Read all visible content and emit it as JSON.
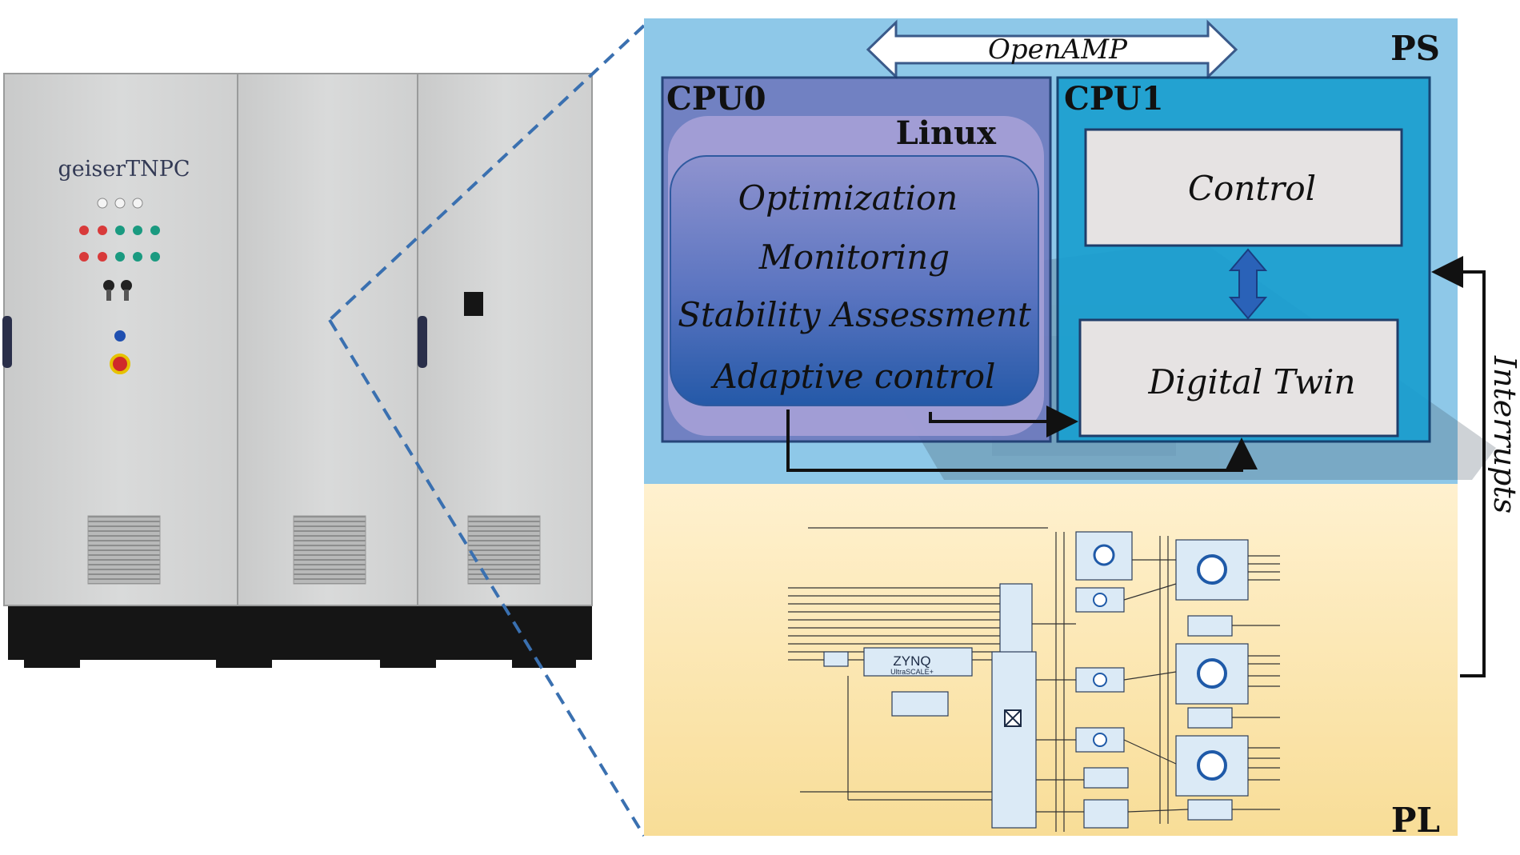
{
  "cabinet": {
    "brand_label": "geiserTNPC"
  },
  "diagram": {
    "ps_label": "PS",
    "pl_label": "PL",
    "openamp_label": "OpenAMP",
    "cpu0": {
      "label": "CPU0",
      "os_label": "Linux",
      "tasks": [
        "Optimization",
        "Monitoring",
        "Stability Assessment",
        "Adaptive control"
      ]
    },
    "cpu1": {
      "label": "CPU1",
      "control_label": "Control",
      "twin_label": "Digital Twin"
    },
    "interrupts_label": "Interrupts",
    "zynq": {
      "title": "ZYNQ",
      "subtitle": "UltraSCALE+"
    }
  },
  "colors": {
    "ps_bg": "#8ec8e8",
    "pl_bg": "#fbe6b0",
    "cpu0_bg": "#6f7bbf",
    "cpu1_bg": "#1a9fd0",
    "box_bg": "#e6e3e3",
    "dashed": "#3a70b0"
  }
}
